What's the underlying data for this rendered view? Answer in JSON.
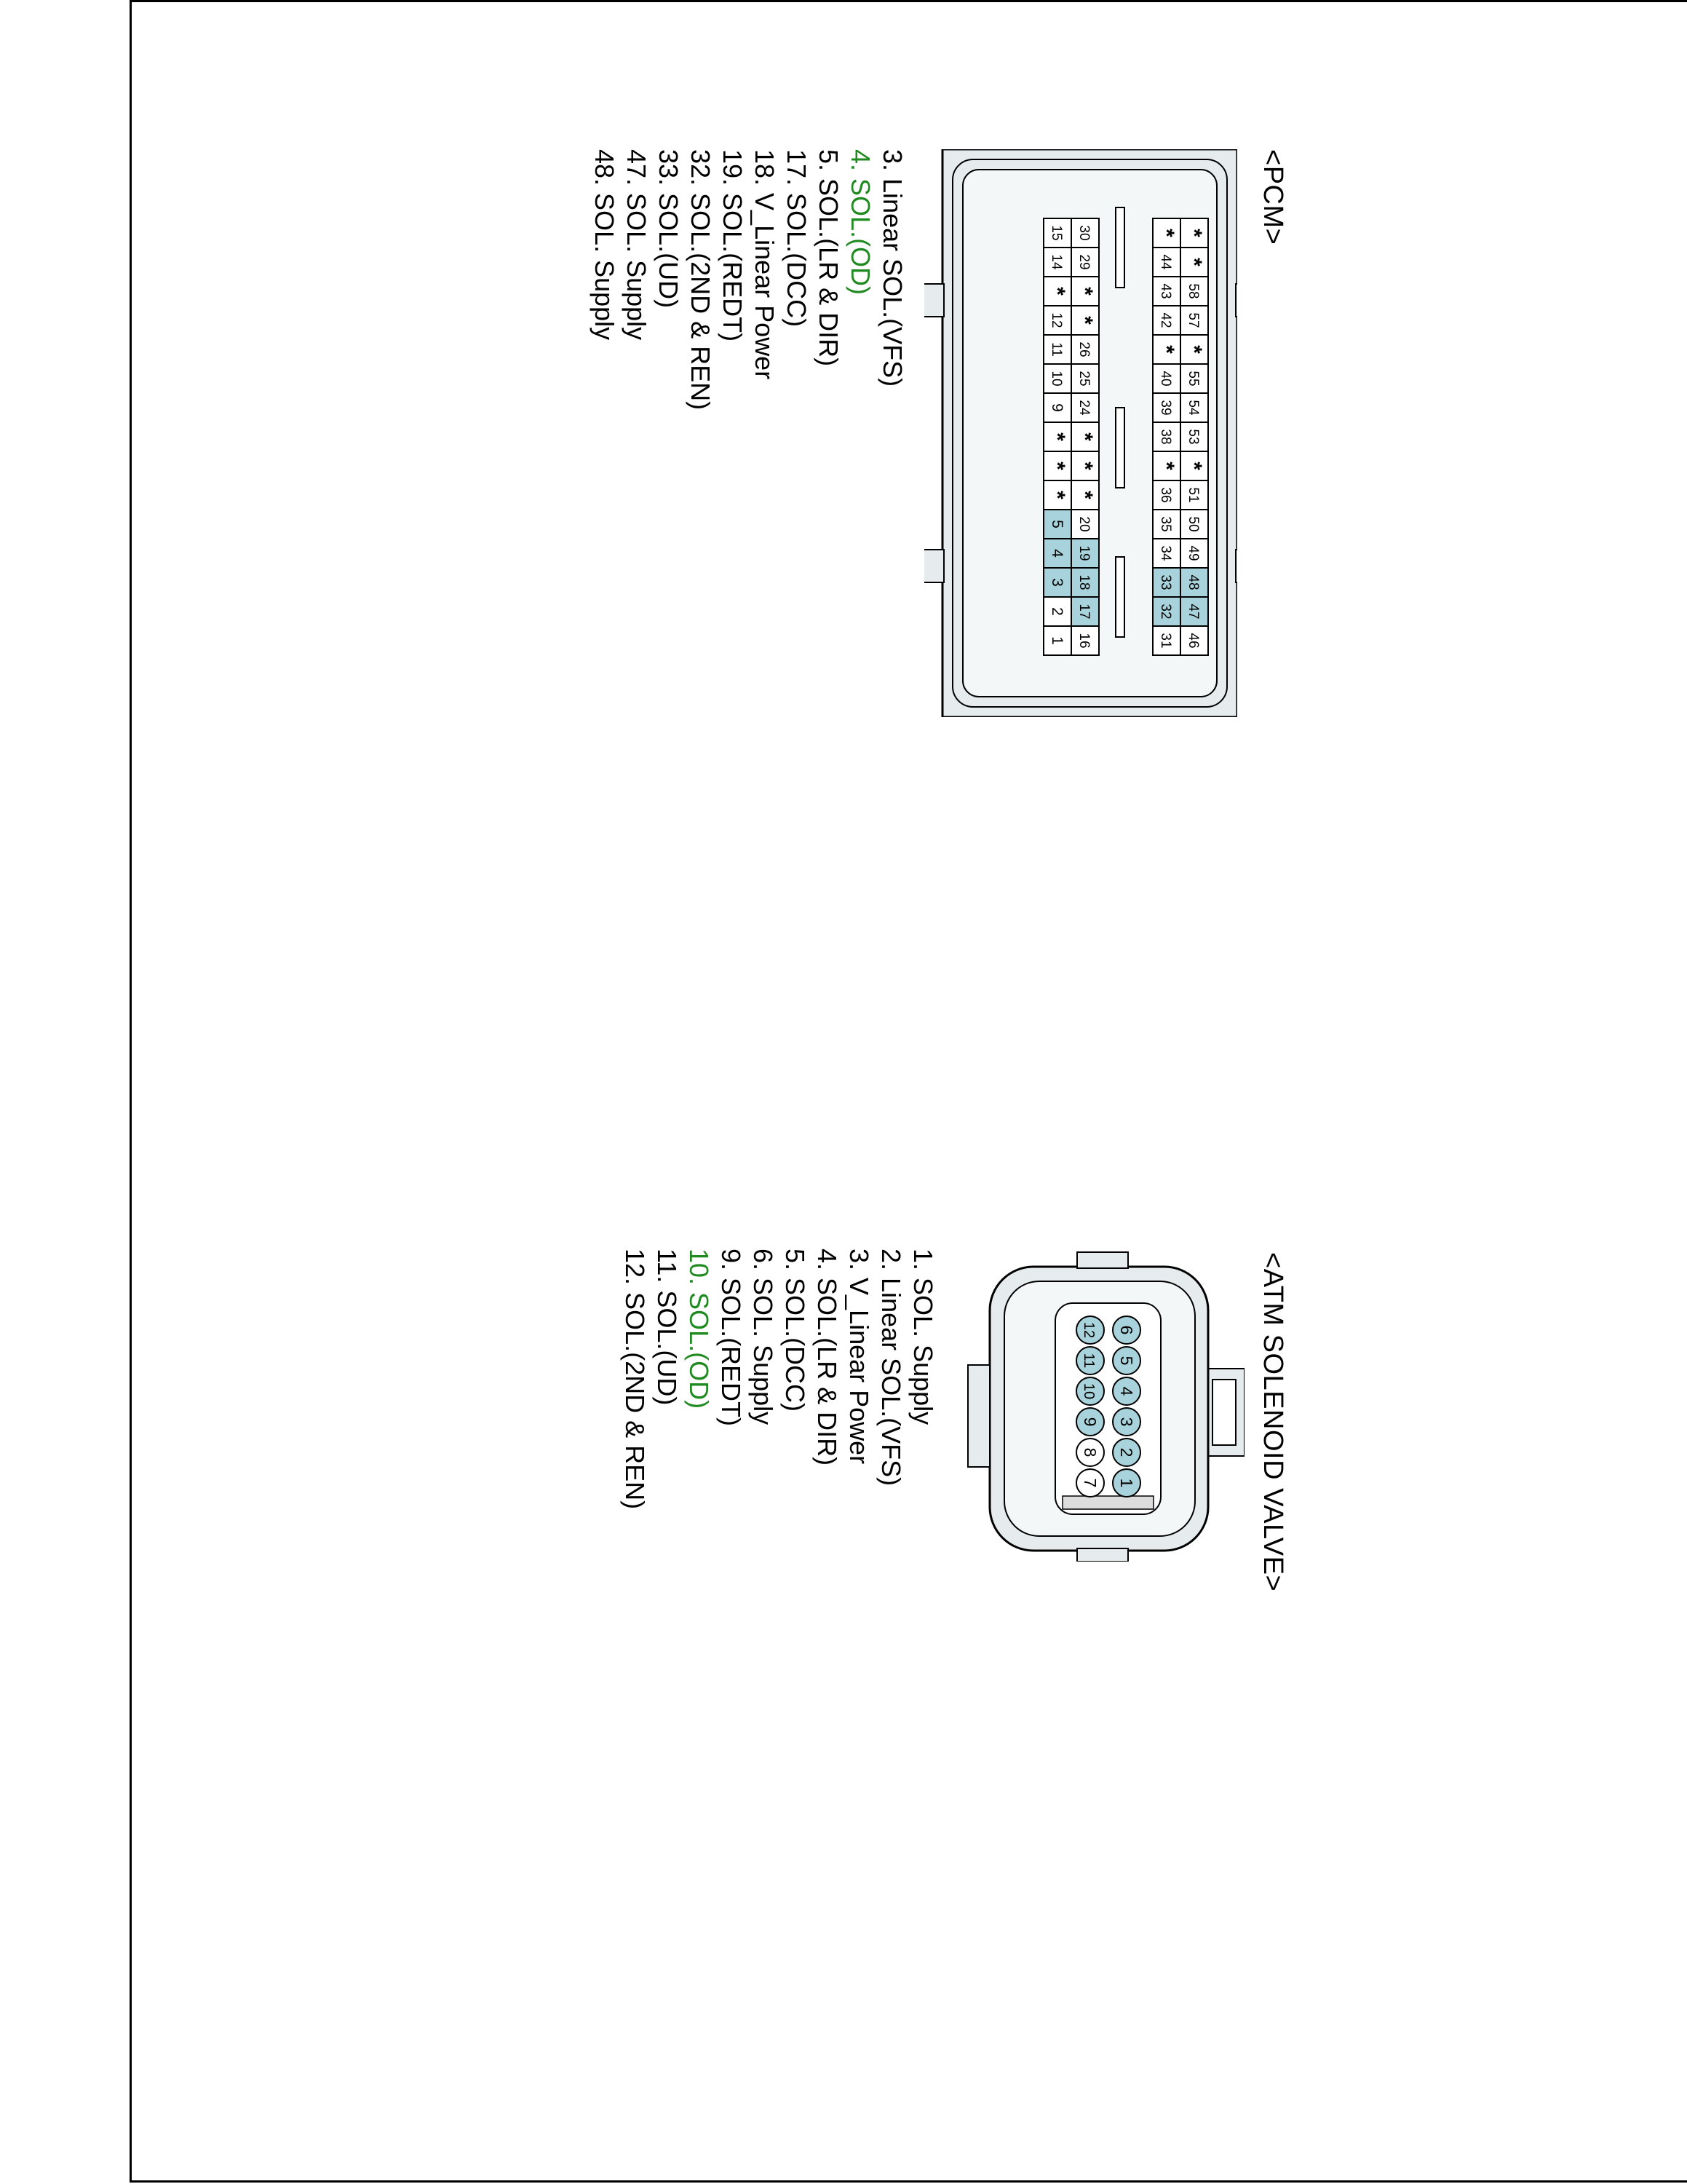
{
  "pcm": {
    "title": "<PCM>",
    "pins": [
      {
        "label": "3. Linear SOL.(VFS)",
        "highlight": false
      },
      {
        "label": "4. SOL.(OD)",
        "highlight": true
      },
      {
        "label": "5. SOL.(LR & DIR)",
        "highlight": false
      },
      {
        "label": "17. SOL.(DCC)",
        "highlight": false
      },
      {
        "label": "18. V_Linear Power",
        "highlight": false
      },
      {
        "label": "19. SOL.(REDT)",
        "highlight": false
      },
      {
        "label": "32. SOL.(2ND & REN)",
        "highlight": false
      },
      {
        "label": "33. SOL.(UD)",
        "highlight": false
      },
      {
        "label": "47. SOL. Supply",
        "highlight": false
      },
      {
        "label": "48. SOL. Supply",
        "highlight": false
      }
    ],
    "connector_rows": [
      [
        "*",
        "*",
        "58",
        "57",
        "*",
        "55",
        "54",
        "53",
        "*",
        "51",
        "50",
        "49",
        "48",
        "47",
        "46"
      ],
      [
        "*",
        "44",
        "43",
        "42",
        "*",
        "40",
        "39",
        "38",
        "*",
        "36",
        "35",
        "34",
        "33",
        "32",
        "31"
      ],
      [
        "30",
        "29",
        "*",
        "*",
        "26",
        "25",
        "24",
        "*",
        "*",
        "*",
        "20",
        "19",
        "18",
        "17",
        "16"
      ],
      [
        "15",
        "14",
        "*",
        "12",
        "11",
        "10",
        "9",
        "*",
        "*",
        "*",
        "5",
        "4",
        "3",
        "2",
        "1"
      ]
    ],
    "shaded_cells": [
      "48",
      "47",
      "33",
      "32",
      "19",
      "18",
      "17",
      "5",
      "4",
      "3"
    ]
  },
  "atm": {
    "title": "<ATM SOLENOID VALVE>",
    "pins": [
      {
        "label": "1. SOL. Supply",
        "highlight": false
      },
      {
        "label": "2. Linear SOL.(VFS)",
        "highlight": false
      },
      {
        "label": "3. V_Linear Power",
        "highlight": false
      },
      {
        "label": "4. SOL.(LR & DIR)",
        "highlight": false
      },
      {
        "label": "5. SOL.(DCC)",
        "highlight": false
      },
      {
        "label": "6. SOL. Supply",
        "highlight": false
      },
      {
        "label": "9. SOL.(REDT)",
        "highlight": false
      },
      {
        "label": "10. SOL.(OD)",
        "highlight": true
      },
      {
        "label": "11. SOL.(UD)",
        "highlight": false
      },
      {
        "label": "12. SOL.(2ND & REN)",
        "highlight": false
      }
    ],
    "connector_rows": [
      [
        "6",
        "5",
        "4",
        "3",
        "2",
        "1"
      ],
      [
        "12",
        "11",
        "10",
        "9",
        "8",
        "7"
      ]
    ],
    "shaded_pins": [
      "1",
      "2",
      "3",
      "4",
      "5",
      "6",
      "9",
      "10",
      "11",
      "12"
    ]
  },
  "colors": {
    "shade": "#a9d3dc",
    "body": "#e6ecee",
    "highlight": "#1f8a1f"
  }
}
